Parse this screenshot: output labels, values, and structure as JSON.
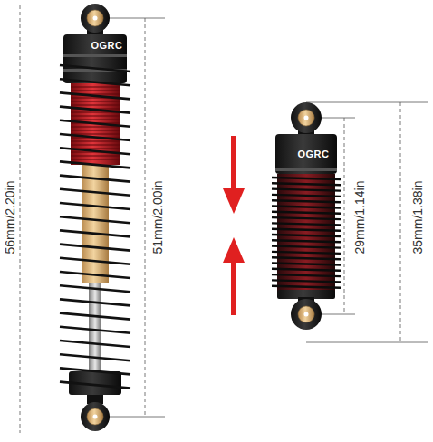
{
  "diagram": {
    "labels": [
      "OGRC",
      "56mm/2.20in",
      "51mm/2.00in",
      "OGRC",
      "29mm/1.14in",
      "35mm/1.38in"
    ]
  }
}
